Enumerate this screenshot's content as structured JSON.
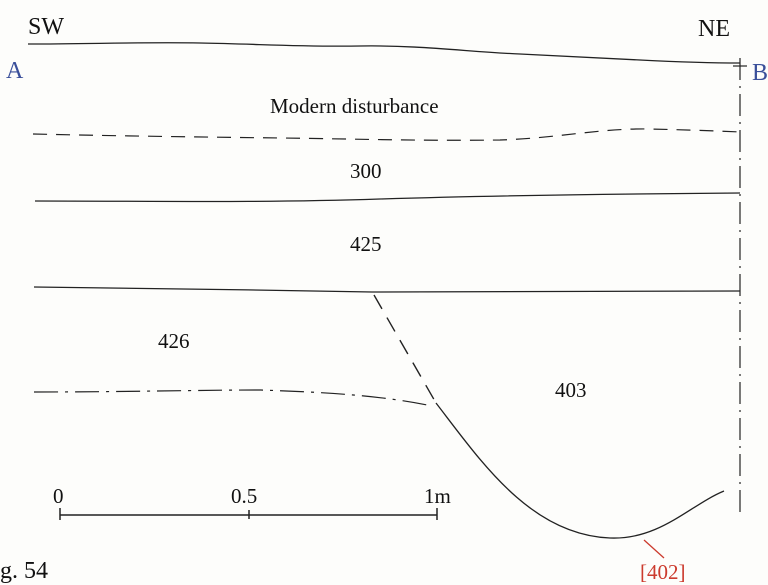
{
  "compass": {
    "left": "SW",
    "right": "NE"
  },
  "section_ends": {
    "start": "A",
    "end": "B"
  },
  "layers": {
    "top": "Modern disturbance",
    "l300": "300",
    "l425": "425",
    "l426": "426",
    "l403": "403"
  },
  "cut_label": "[402]",
  "scale": {
    "zero": "0",
    "half": "0.5",
    "one": "1m"
  },
  "figure_label": "g. 54",
  "colors": {
    "ink": "#111111",
    "blue_text": "#3a4f9a",
    "red_text": "#cc3b2e"
  }
}
